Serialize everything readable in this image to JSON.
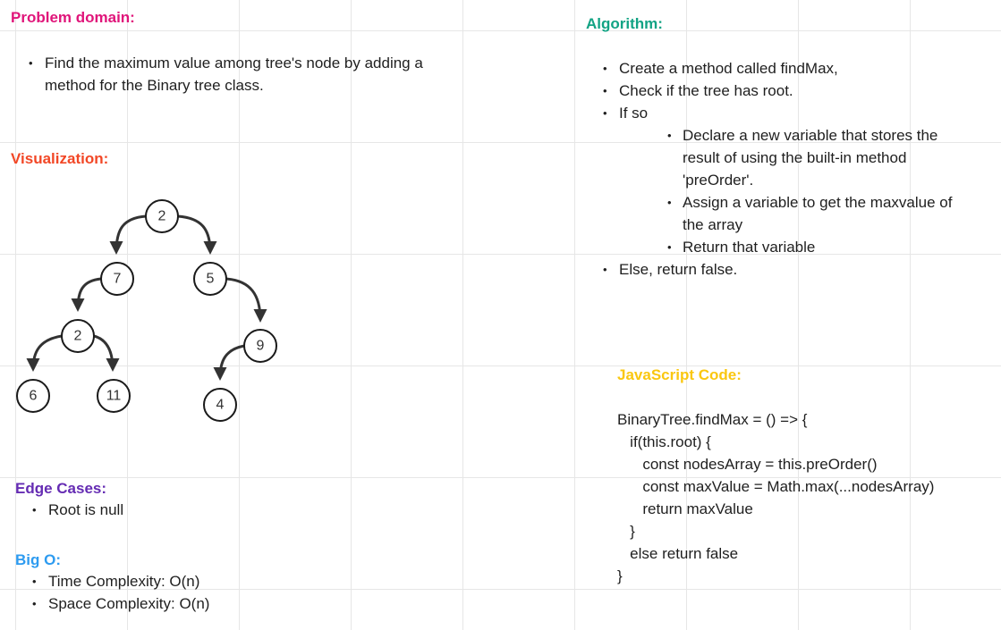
{
  "colors": {
    "problem": "#e0157a",
    "visualization": "#f24726",
    "algorithm": "#12a384",
    "javascript": "#fac710",
    "edge": "#652cb3",
    "bigo": "#2d9bf0"
  },
  "problem": {
    "title": "Problem domain:",
    "bullets": [
      "Find the maximum value among tree's node by adding a method for the Binary tree class."
    ]
  },
  "visualization": {
    "title": "Visualization:",
    "nodes": {
      "root": "2",
      "left": "7",
      "right": "5",
      "left_left": "2",
      "leaf_a": "6",
      "leaf_b": "11",
      "right_right": "9",
      "leaf_c": "4"
    }
  },
  "algorithm": {
    "title": "Algorithm:",
    "steps": [
      "Create a method called findMax,",
      "Check if the tree has root.",
      "If so",
      "Else, return false."
    ],
    "substeps": [
      "Declare a new variable that stores the result of using the built-in method 'preOrder'.",
      "Assign a variable to get the maxvalue of the array",
      "Return that variable"
    ]
  },
  "javascript": {
    "title": "JavaScript Code:",
    "lines": [
      "BinaryTree.findMax = () => {",
      "   if(this.root) {",
      "      const nodesArray = this.preOrder()",
      "      const maxValue = Math.max(...nodesArray)",
      "      return maxValue",
      "   }",
      "   else return false",
      "}"
    ]
  },
  "edge_cases": {
    "title": "Edge Cases:",
    "bullets": [
      "Root is null"
    ]
  },
  "big_o": {
    "title": "Big O:",
    "bullets": [
      "Time Complexity: O(n)",
      "Space Complexity: O(n)"
    ]
  }
}
